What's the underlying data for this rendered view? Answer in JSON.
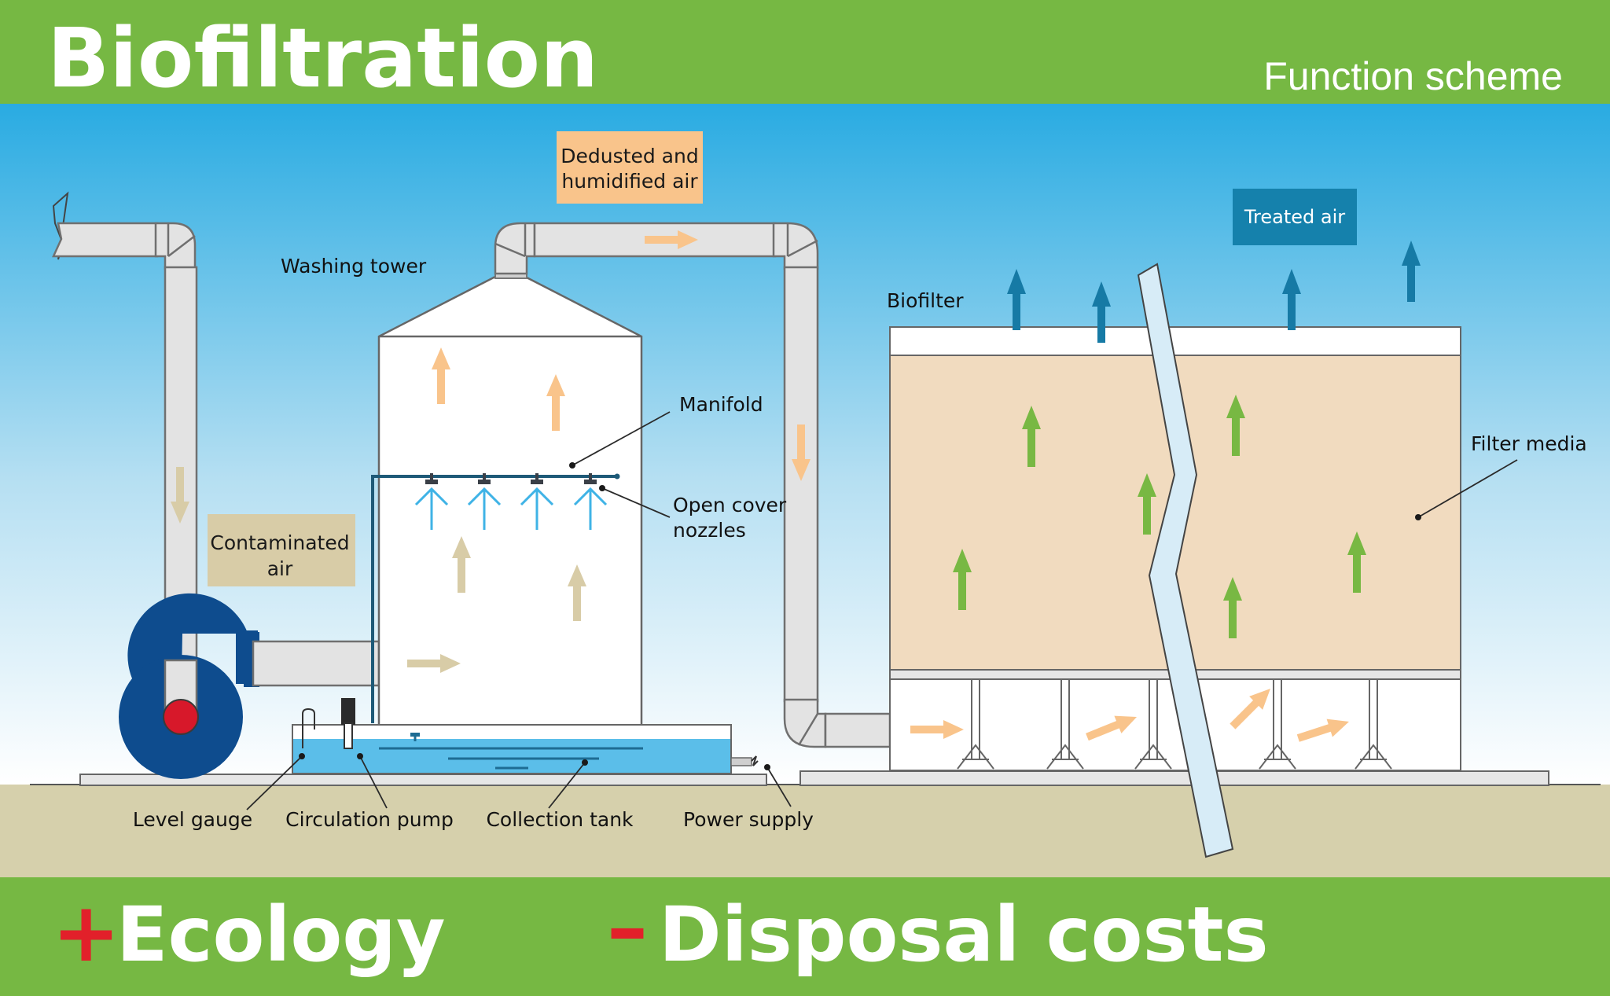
{
  "header": {
    "title": "Biofiltration",
    "subtitle": "Function scheme"
  },
  "labels": {
    "washing_tower": "Washing tower",
    "dedusted_line1": "Dedusted and",
    "dedusted_line2": "humidified air",
    "treated_air": "Treated air",
    "biofilter": "Biofilter",
    "manifold": "Manifold",
    "nozzles_line1": "Open cover",
    "nozzles_line2": "nozzles",
    "contaminated_line1": "Contaminated",
    "contaminated_line2": "air",
    "filter_media": "Filter media",
    "level_gauge": "Level gauge",
    "circulation_pump": "Circulation pump",
    "collection_tank": "Collection tank",
    "power_supply": "Power supply"
  },
  "footer": {
    "plus_sign": "+",
    "plus_text": "Ecology",
    "minus_sign": "–",
    "minus_text": "Disposal costs"
  },
  "colors": {
    "header_green": "#76b843",
    "sky_top": "#29abe2",
    "ground": "#d6d0ac",
    "orange_arrow": "#f9c48b",
    "tan_arrow": "#d8cca7",
    "green_arrow": "#78b843",
    "blue_arrow": "#167aa5",
    "fan_blue": "#0e4c8e",
    "fan_red": "#d7182a",
    "water_blue": "#5bbee9",
    "filter_fill": "#f1dbbf",
    "minus_red": "#e2202a"
  },
  "icons": {
    "ecology_sign": "plus-icon",
    "costs_sign": "minus-icon",
    "fan": "blower-fan-icon",
    "nozzle": "spray-nozzle-icon"
  }
}
